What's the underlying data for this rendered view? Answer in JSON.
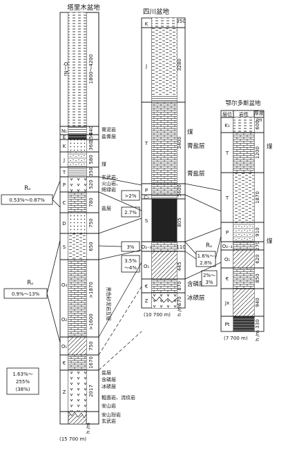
{
  "tarim": {
    "title": "塔里木盆地",
    "units": [
      "Q—N₂",
      "N₁",
      "E",
      "K",
      "J",
      "T",
      "P",
      "C",
      "D",
      "S",
      "O₃",
      "O₂",
      "O₁",
      "€",
      "Z"
    ],
    "thickness": [
      "1800～4200",
      "440",
      "150",
      "360",
      "580",
      "350",
      "520",
      "780",
      "750",
      "650",
      ">1870",
      ">1600",
      "750",
      "1670",
      "2017"
    ],
    "left_labels": {
      "ro_symbol": "Rₒ",
      "ro_range1": "0.53%～0.87%",
      "ro_range2": "0.9%～13%",
      "ro_box3": [
        "1.63%～",
        "255%",
        "(38%)"
      ]
    },
    "right_labels": [
      "膏泥岩",
      "盐膏层",
      "煤",
      "玄武岩、",
      "火山岩、",
      "辉绿岩",
      "盐层",
      "黑色砂泥岩互层",
      "盐层",
      "含磷层",
      "冰碛层",
      "粗面岩、流纹岩",
      "安山岩",
      "安山玢岩",
      "玄武岩"
    ],
    "total": "(15 700 m)",
    "axis": "h /m"
  },
  "middle_boxes": [
    ">2%",
    "2.7%",
    "3%",
    "3.5%",
    "～4%"
  ],
  "sichuan": {
    "title": "四川盆地",
    "units": [
      "K",
      "J",
      "T",
      "P",
      "C₂",
      "S",
      "O₂₋₃",
      "O₁",
      "€",
      "Z"
    ],
    "thickness": [
      "350",
      "3280",
      "3400",
      "5600",
      "805",
      "110",
      "445",
      "870",
      "670"
    ],
    "right_labels": [
      "煤",
      "膏盐层",
      "膏盐层",
      "含磷层",
      "冰碛层"
    ],
    "ro": {
      "symbol": "Rₒ",
      "box1": "1.6%～",
      "box1b": "2.8%",
      "box2": "2%～",
      "box2b": "3%"
    },
    "total": "(10 700 m)",
    "axis": "h /m"
  },
  "ordos": {
    "title": "鄂尔多斯盆地",
    "headers": [
      "层位",
      "岩性",
      "厚度",
      "/m"
    ],
    "units": [
      "K₁",
      "T",
      "T",
      "P",
      "O₂₋₃",
      "O₁",
      "€",
      "Jx",
      "Pt"
    ],
    "thickness": [
      "600",
      "1200",
      "1870",
      "910",
      "270",
      "620",
      "850",
      "940",
      "330"
    ],
    "right_labels": [
      "煤",
      "煤"
    ],
    "total": "(7 700 m)",
    "axis": "h /m"
  },
  "colors": {
    "ink": "#111111",
    "bg": "#ffffff",
    "fill_dark": "#222222",
    "fill_mid": "#888888"
  }
}
